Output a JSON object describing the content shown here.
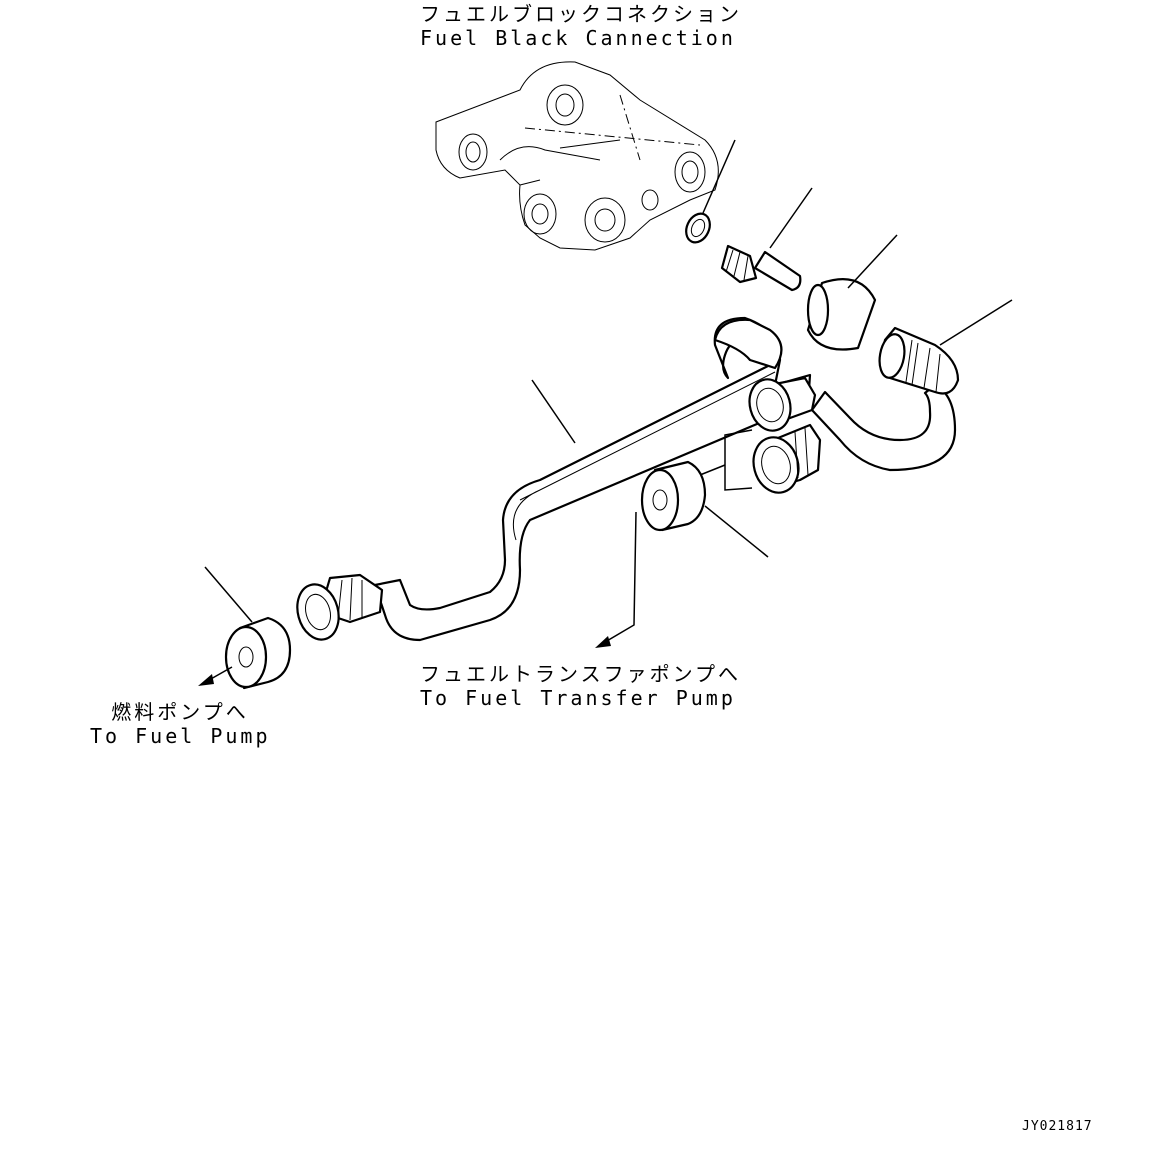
{
  "labels": {
    "fuel_block_jp": "フュエルブロックコネクション",
    "fuel_block_en": "Fuel Black Cannection",
    "transfer_pump_jp": "フュエルトランスファポンプへ",
    "transfer_pump_en": "To Fuel Transfer Pump",
    "fuel_pump_jp": "燃料ポンプへ",
    "fuel_pump_en": "To Fuel Pump"
  },
  "drawing_code": "JY021817"
}
